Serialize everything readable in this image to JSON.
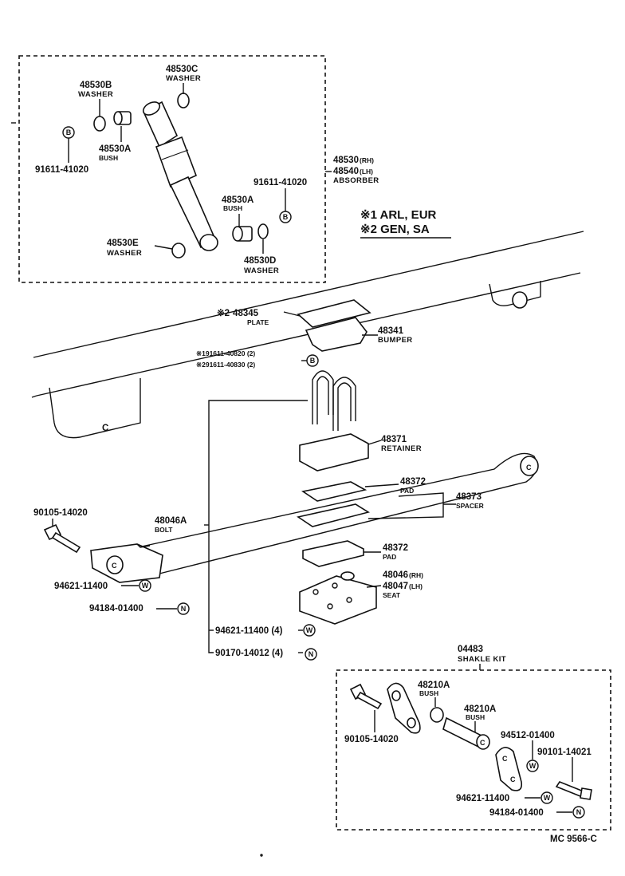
{
  "notes": {
    "note1": "※1 ARL, EUR",
    "note2": "※2 GEN, SA"
  },
  "footer": {
    "code": "MC 9566-C"
  },
  "parts": {
    "p48530C": {
      "num": "48530C",
      "name": "WASHER"
    },
    "p48530B": {
      "num": "48530B",
      "name": "WASHER"
    },
    "p48530A_1": {
      "num": "48530A",
      "name": "BUSH"
    },
    "p91611_41020_a": {
      "num": "91611-41020"
    },
    "p48530_absorber": {
      "num1": "48530",
      "suf1": "(RH)",
      "num2": "48540",
      "suf2": "(LH)",
      "name": "ABSORBER"
    },
    "p91611_41020_b": {
      "num": "91611-41020"
    },
    "p48530A_2": {
      "num": "48530A",
      "name": "BUSH"
    },
    "p48530E": {
      "num": "48530E",
      "name": "WASHER"
    },
    "p48530D": {
      "num": "48530D",
      "name": "WASHER"
    },
    "p48345": {
      "mark": "※2",
      "num": "48345",
      "name": "PLATE"
    },
    "p48341": {
      "num": "48341",
      "name": "BUMPER"
    },
    "bolt1": {
      "text": "※191611-40820 (2)"
    },
    "bolt2": {
      "text": "※291611-40830 (2)"
    },
    "p48371": {
      "num": "48371",
      "name": "RETAINER"
    },
    "p48372_a": {
      "num": "48372",
      "name": "PAD"
    },
    "p48373": {
      "num": "48373",
      "name": "SPACER"
    },
    "p90105_14020_a": {
      "num": "90105-14020"
    },
    "p48046A": {
      "num": "48046A",
      "name": "BOLT"
    },
    "p48372_b": {
      "num": "48372",
      "name": "PAD"
    },
    "p48046": {
      "num1": "48046",
      "suf1": "(RH)",
      "num2": "48047",
      "suf2": "(LH)",
      "name": "SEAT"
    },
    "p94621_11400_a": {
      "num": "94621-11400"
    },
    "p94184_01400_a": {
      "num": "94184-01400"
    },
    "p94621_11400_4": {
      "num": "94621-11400 (4)"
    },
    "p90170_14012_4": {
      "num": "90170-14012 (4)"
    },
    "p04483": {
      "num": "04483",
      "name": "SHAKLE KIT"
    },
    "p48210A_1": {
      "num": "48210A",
      "name": "BUSH"
    },
    "p48210A_2": {
      "num": "48210A",
      "name": "BUSH"
    },
    "p94512_01400": {
      "num": "94512-01400"
    },
    "p90101_14021": {
      "num": "90101-14021"
    },
    "p90105_14020_b": {
      "num": "90105-14020"
    },
    "p94621_11400_b": {
      "num": "94621-11400"
    },
    "p94184_01400_b": {
      "num": "94184-01400"
    }
  },
  "symbols": {
    "B": "B",
    "W": "W",
    "N": "N",
    "C": "C"
  }
}
